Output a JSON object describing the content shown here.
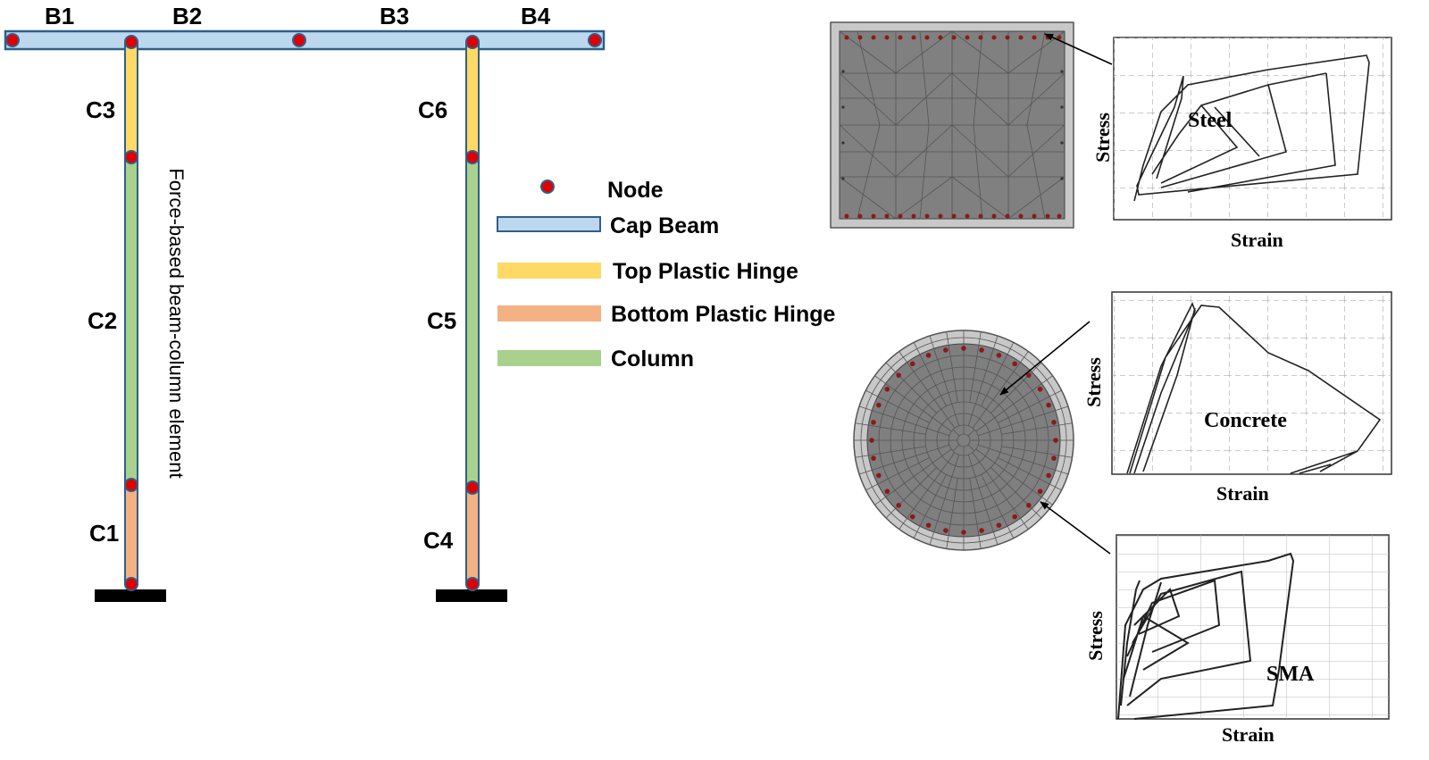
{
  "frame": {
    "beam_labels": [
      "B1",
      "B2",
      "B3",
      "B4"
    ],
    "column_labels": [
      "C1",
      "C2",
      "C3",
      "C4",
      "C5",
      "C6"
    ],
    "vertical_note": "Force-based beam-column element"
  },
  "legend": {
    "node": "Node",
    "cap_beam": "Cap Beam",
    "top_hinge": "Top Plastic Hinge",
    "bottom_hinge": "Bottom Plastic Hinge",
    "column": "Column"
  },
  "colors": {
    "cap_beam": "#bdd7ee",
    "cap_beam_border": "#2e5f8a",
    "top_hinge": "#ffd966",
    "bottom_hinge": "#f4b183",
    "column": "#a9d18e",
    "node": "#e00000"
  },
  "plots": {
    "steel": {
      "material": "Steel",
      "xlabel": "Strain",
      "ylabel": "Stress"
    },
    "concrete": {
      "material": "Concrete",
      "xlabel": "Strain",
      "ylabel": "Stress"
    },
    "sma": {
      "material": "SMA",
      "xlabel": "Strain",
      "ylabel": "Stress"
    }
  }
}
